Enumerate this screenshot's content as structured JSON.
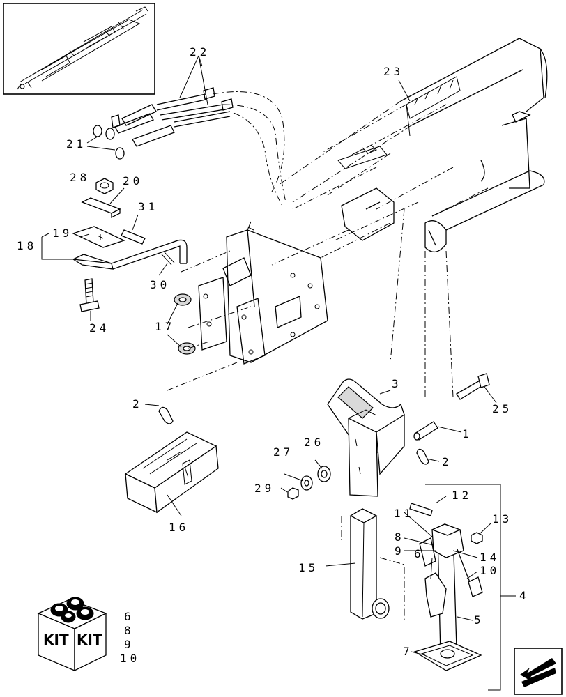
{
  "labels": {
    "p1": "1",
    "p2a": "2",
    "p2b": "2",
    "p3": "3",
    "p4": "4",
    "p5": "5",
    "p6": "6",
    "p7": "7",
    "p8": "8",
    "p9": "9",
    "p10": "10",
    "p11": "11",
    "p12": "12",
    "p13": "13",
    "p14": "14",
    "p15": "15",
    "p16": "16",
    "p17": "17",
    "p18": "18",
    "p19": "19",
    "p20": "20",
    "p21": "21",
    "p22": "22",
    "p23": "23",
    "p24": "24",
    "p25": "25",
    "p26": "26",
    "p27": "27",
    "p28": "28",
    "p29": "29",
    "p30": "30",
    "p31": "31"
  },
  "kit": {
    "box_text_left": "KIT",
    "box_text_right": "KIT",
    "parts": [
      "6",
      "8",
      "9",
      "10"
    ]
  },
  "icons": {
    "overview": "machine-overview-thumbnail",
    "nav": "next-page-arrow-icon",
    "kit": "kit-box-icon"
  }
}
